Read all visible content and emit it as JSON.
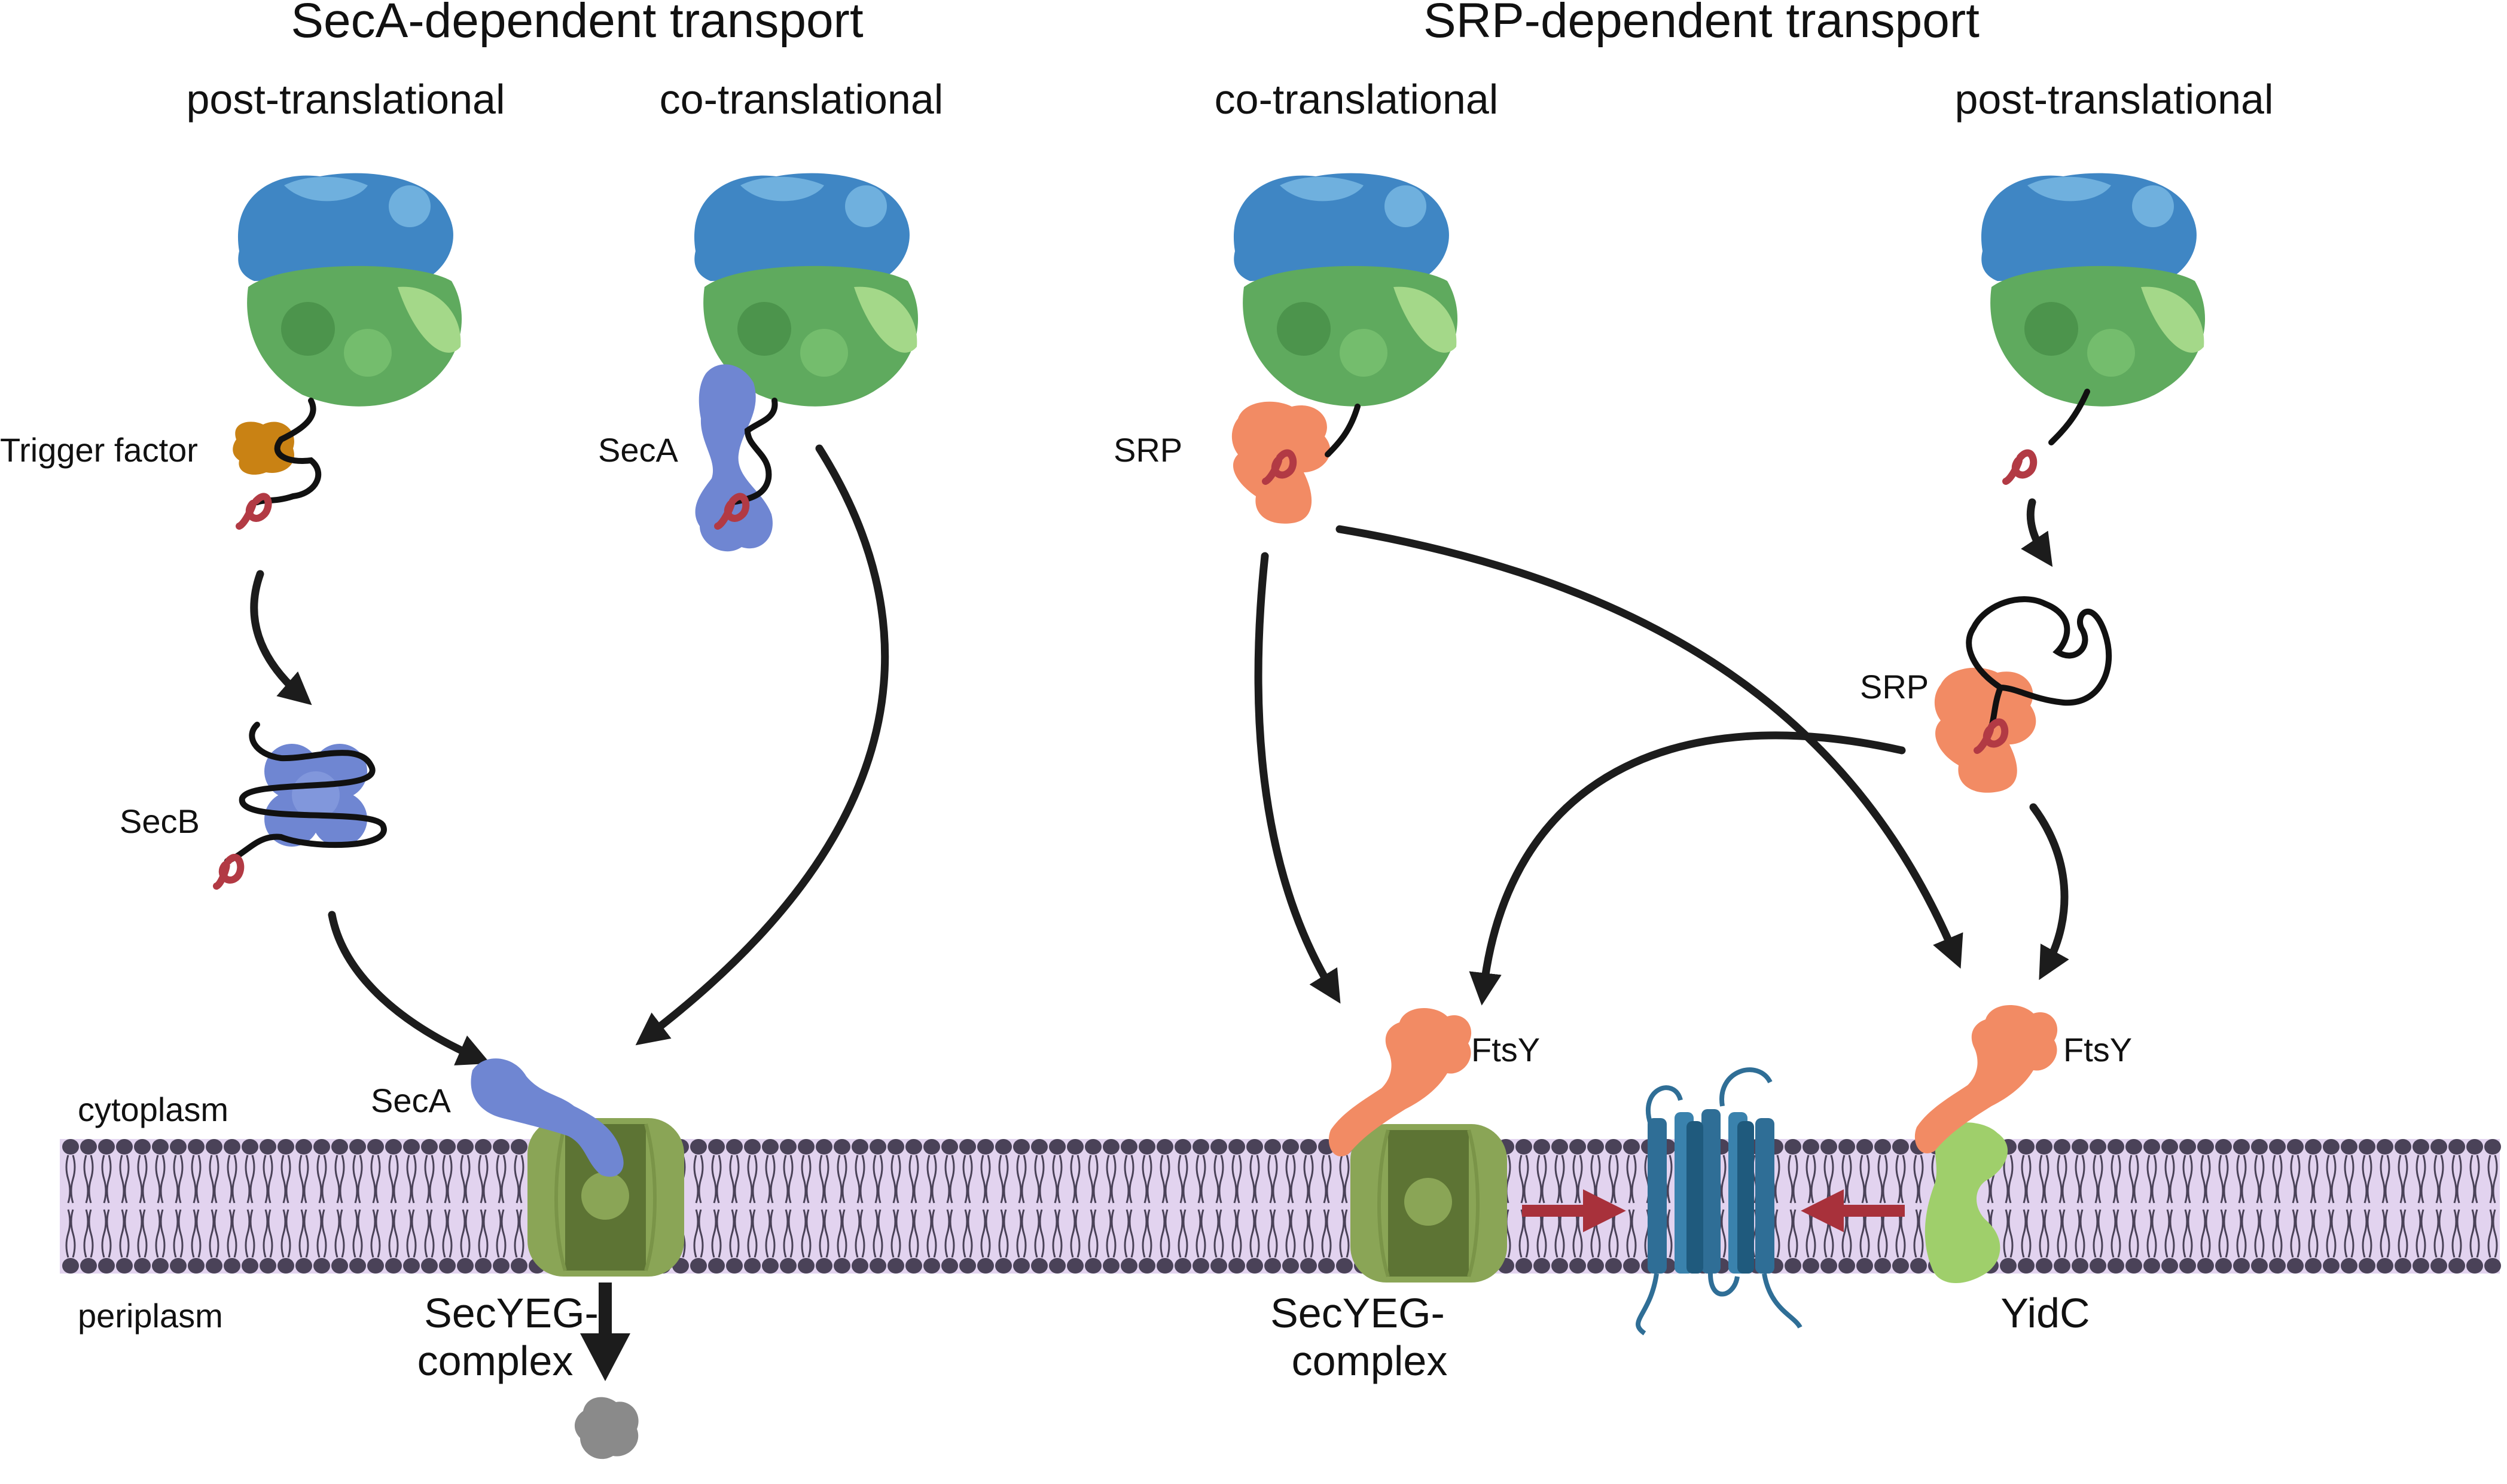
{
  "headers": {
    "seca": "SecA-dependent transport",
    "srp": "SRP-dependent transport"
  },
  "columns": {
    "seca_post": "post-translational",
    "seca_co": "co-translational",
    "srp_co": "co-translational",
    "srp_post": "post-translational"
  },
  "labels": {
    "trigger_factor": "Trigger factor",
    "seca_ribosome": "SecA",
    "secb": "SecB",
    "seca_membrane": "SecA",
    "srp_co": "SRP",
    "srp_post": "SRP",
    "ftsy_left": "FtsY",
    "ftsy_right": "FtsY",
    "yidc": "YidC",
    "cytoplasm": "cytoplasm",
    "periplasm": "periplasm",
    "secyeg_left_1": "SecYEG-",
    "secyeg_left_2": "complex",
    "secyeg_right_1": "SecYEG-",
    "secyeg_right_2": "complex"
  },
  "colors": {
    "ribosome_small": "#3f86c4",
    "ribosome_large": "#5faa5e",
    "trigger_factor": "#c98214",
    "seca": "#6f86d2",
    "srp": "#f28b64",
    "secyeg": "#8aa556",
    "secyeg_dark": "#5d7434",
    "yidc": "#9fcf6b",
    "membrane_protein": "#2f6e96",
    "membrane_fill": "#e2d3ef",
    "lipid_head": "#4a4258",
    "signal_sequence": "#b23a44",
    "folded_protein": "#8a8a8a"
  },
  "icons": [
    "ribosome-icon",
    "trigger-factor-icon",
    "secb-tetramer-icon",
    "seca-icon",
    "srp-icon",
    "ftsy-icon",
    "secyeg-channel-icon",
    "yidc-insertase-icon",
    "membrane-protein-icon",
    "folded-protein-icon",
    "lipid-bilayer-icon"
  ]
}
